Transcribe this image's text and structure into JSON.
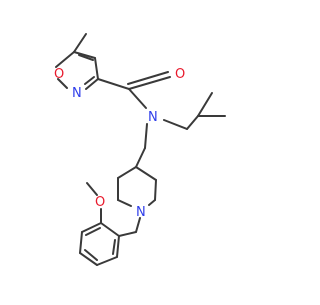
{
  "atoms": {
    "o_isoxazole": {
      "label": "O",
      "color": "#e8192c"
    },
    "n_isoxazole": {
      "label": "N",
      "color": "#2f3eea"
    },
    "o_carbonyl": {
      "label": "O",
      "color": "#e8192c"
    },
    "n_amide": {
      "label": "N",
      "color": "#2f3eea"
    },
    "n_piperidine": {
      "label": "N",
      "color": "#2f3eea"
    },
    "o_methoxy": {
      "label": "O",
      "color": "#e8192c"
    }
  },
  "colors": {
    "bond": "#3a3a3a",
    "background": "#ffffff"
  }
}
